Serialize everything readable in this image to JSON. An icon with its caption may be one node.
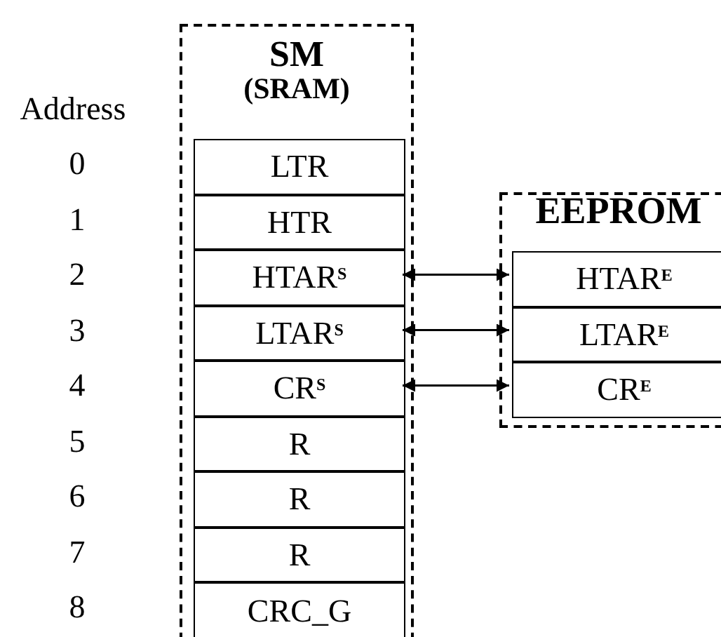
{
  "diagram": {
    "nodes": [
      {
        "text": [
          "SM",
          "(SRAM)"
        ]
      },
      {
        "text": [
          "LTR"
        ],
        "in": 0
      },
      {
        "text": [
          "HTR"
        ],
        "in": 0
      },
      {
        "text": [
          "HTAR$^{S}$"
        ],
        "in": 0
      },
      {
        "text": [
          "LTAR$^{S}$"
        ],
        "in": 0
      },
      {
        "text": [
          "CR$^{S}$"
        ],
        "in": 0
      },
      {
        "text": [
          "R"
        ],
        "in": 0
      },
      {
        "text": [
          "R"
        ],
        "in": 0
      },
      {
        "text": [
          "R"
        ],
        "in": 0
      },
      {
        "text": [
          "CRC_G"
        ],
        "in": 0
      },
      {
        "text": [
          "EEPROM"
        ]
      },
      {
        "text": [
          "HTAR$^{E}$"
        ],
        "in": 10
      },
      {
        "text": [
          "LTAR$^{E}$"
        ],
        "in": 10
      },
      {
        "text": [
          "CR$^{E}$"
        ],
        "in": 10
      }
    ],
    "edges": [
      {
        "from": 3,
        "to": 11,
        "arrow": "both"
      },
      {
        "from": 4,
        "to": 12,
        "arrow": "both"
      },
      {
        "from": 5,
        "to": 13,
        "arrow": "both"
      }
    ],
    "labels": [
      "Address",
      "0",
      "1",
      "2",
      "3",
      "4",
      "5",
      "6",
      "7",
      "8"
    ]
  }
}
